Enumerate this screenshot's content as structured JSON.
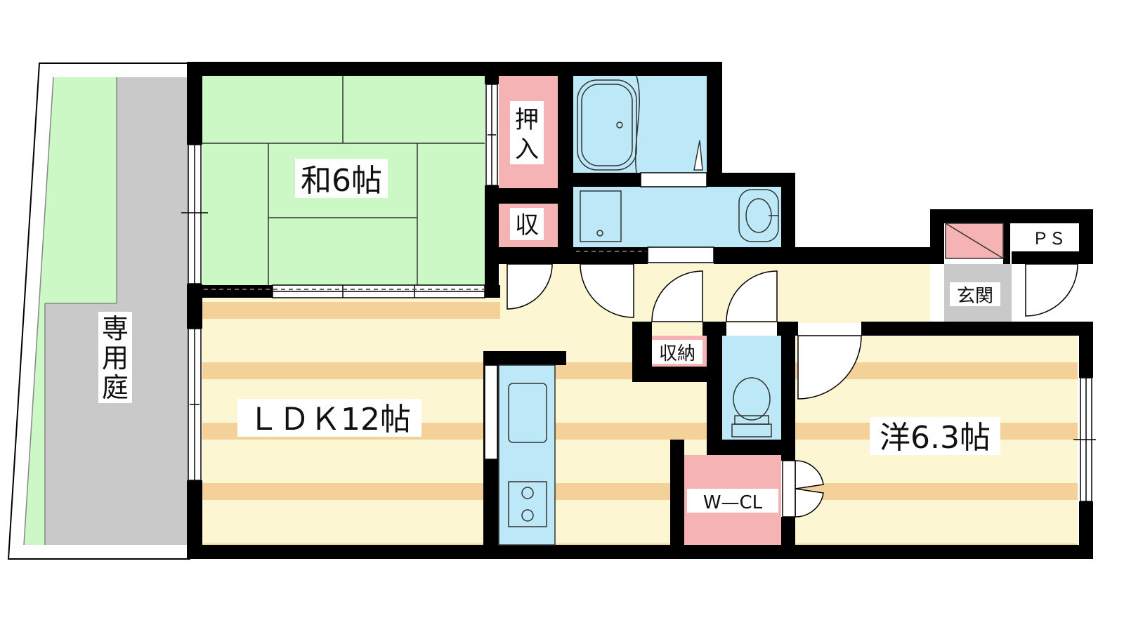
{
  "rooms": {
    "japanese": "和6帖",
    "ldk": "ＬＤＫ12帖",
    "western": "洋6.3帖",
    "garden": [
      "専",
      "用",
      "庭"
    ],
    "oshiire": [
      "押",
      "入"
    ],
    "storage_small": "収",
    "storage": "収納",
    "entrance": "玄関",
    "walkin_closet": "W—CL",
    "pipe_space": "ＰＳ"
  },
  "colors": {
    "wall": "#000000",
    "tatami": "#ccf8c6",
    "wood_light": "#fdf6d2",
    "wood_stripe": "#f3d199",
    "wet_area": "#bde8f7",
    "storage": "#f6b3b3",
    "garden_grass": "#ccf8c6",
    "garden_paving": "#c9c9c9",
    "entrance_floor": "#c9c9c9"
  }
}
